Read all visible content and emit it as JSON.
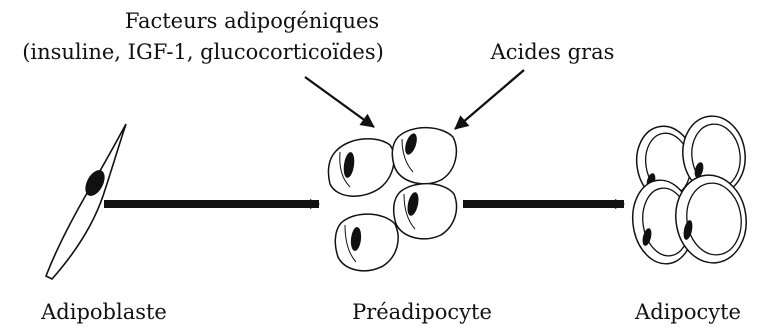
{
  "annotations": {
    "adipogenic_factors_title": "Facteurs adipogéniques",
    "adipogenic_factors_detail": "(insuline, IGF-1, glucocorticoïdes)",
    "fatty_acids": "Acides gras"
  },
  "stages": {
    "adipoblast": "Adipoblaste",
    "preadipocyte": "Préadipocyte",
    "adipocyte": "Adipocyte"
  },
  "colors": {
    "line": "#111111",
    "nucleus": "#111111",
    "background": "#ffffff"
  }
}
